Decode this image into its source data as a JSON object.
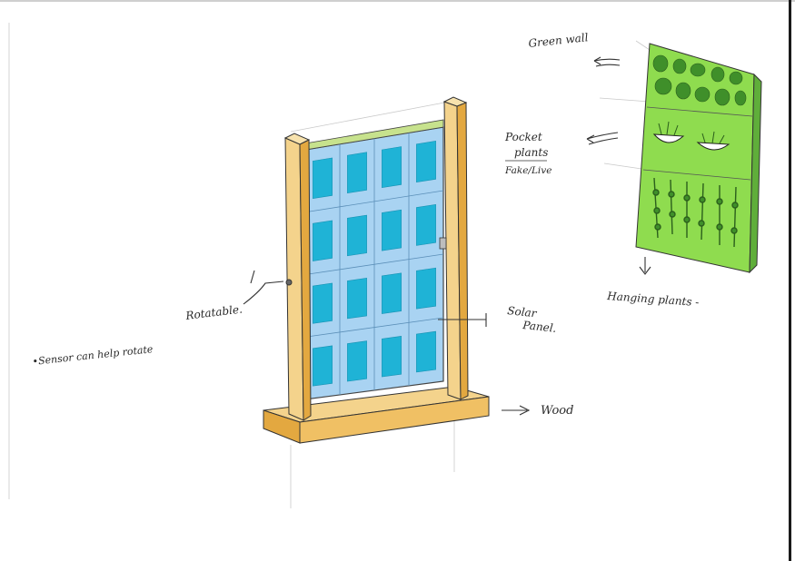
{
  "labels": {
    "green_wall": "Green wall",
    "pocket_plants_line1": "Pocket",
    "pocket_plants_line2": "plants",
    "pocket_plants_line3": "Fake/Live",
    "hanging_plants": "Hanging plants -",
    "rotatable": "Rotatable.",
    "solar_panel_line1": "Solar",
    "solar_panel_line2": "Panel.",
    "wood": "Wood",
    "sensor_note": "•Sensor can help rotate"
  },
  "colors": {
    "panel_blue": "#a9d3f2",
    "cell_teal": "#1fb3d6",
    "wood_light": "#f4d38c",
    "wood_dark": "#e3a840",
    "wall_green": "#8fdc4f",
    "wall_dark_green": "#3f8f2a",
    "pencil": "#333333"
  },
  "panel_grid": {
    "rows": 4,
    "columns": 4
  }
}
